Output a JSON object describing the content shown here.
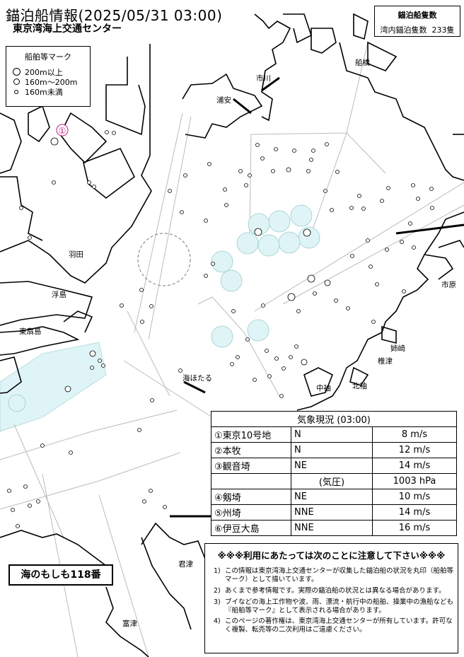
{
  "header": {
    "title": "錨泊船情報(2025/05/31 03:00)",
    "subtitle": "東京湾海上交通センター"
  },
  "anchored_count": {
    "heading": "錨泊船隻数",
    "label": "湾内錨泊隻数",
    "value": "233隻"
  },
  "legend": {
    "heading": "船舶等マーク",
    "items": [
      "200m以上",
      "160m〜200m",
      "160m未満"
    ]
  },
  "place_names": {
    "ichikawa": "市川",
    "funabashi": "船橋",
    "urayasu": "浦安",
    "haneda": "羽田",
    "ukishima": "浮島",
    "higashiogishima": "東扇島",
    "ichihara": "市原",
    "anesaki": "姉崎",
    "shiinazu": "椎津",
    "nakaso": "中袖",
    "kitasode": "北袖",
    "umihotaru": "海ほたる",
    "kisarazu": "君津",
    "futtsu": "富津",
    "station_marker": "①"
  },
  "weather": {
    "heading": "気象現況 (03:00)",
    "rows": [
      {
        "station": "①東京10号地",
        "dir": "N",
        "value": "8 m/s"
      },
      {
        "station": "②本牧",
        "dir": "N",
        "value": "12 m/s"
      },
      {
        "station": "③観音埼",
        "dir": "NE",
        "value": "14 m/s"
      },
      {
        "station": "",
        "dir": "(気圧)",
        "value": "1003 hPa"
      },
      {
        "station": "④剱埼",
        "dir": "NE",
        "value": "10 m/s"
      },
      {
        "station": "⑤州埼",
        "dir": "NNE",
        "value": "14 m/s"
      },
      {
        "station": "⑥伊豆大島",
        "dir": "NNE",
        "value": "16 m/s"
      }
    ]
  },
  "notice": {
    "heading": "※※※利用にあたっては次のことに注意して下さい※※※",
    "items": [
      {
        "num": "1)",
        "text": "この情報は東京湾海上交通センターが収集した錨泊船の状況を丸印（船舶等マーク）として描いています。"
      },
      {
        "num": "2)",
        "text": "あくまで参考情報です。実際の錨泊船の状況とは異なる場合があります。"
      },
      {
        "num": "3)",
        "text": "ブイなどの海上工作物や波、雨、漂流・航行中の船舶、操業中の漁船なども　『船舶等マーク』として表示される場合があります。"
      },
      {
        "num": "4)",
        "text": "このページの著作権は、東京湾海上交通センターが所有しています。許可なく複製、転売等の二次利用はご遠慮ください。"
      }
    ]
  },
  "hotline": "海のもしも118番",
  "colors": {
    "highlight_area": "#dff4f6",
    "station_marker": "#c0208a",
    "line": "#000000",
    "route": "#bbbbbb"
  }
}
